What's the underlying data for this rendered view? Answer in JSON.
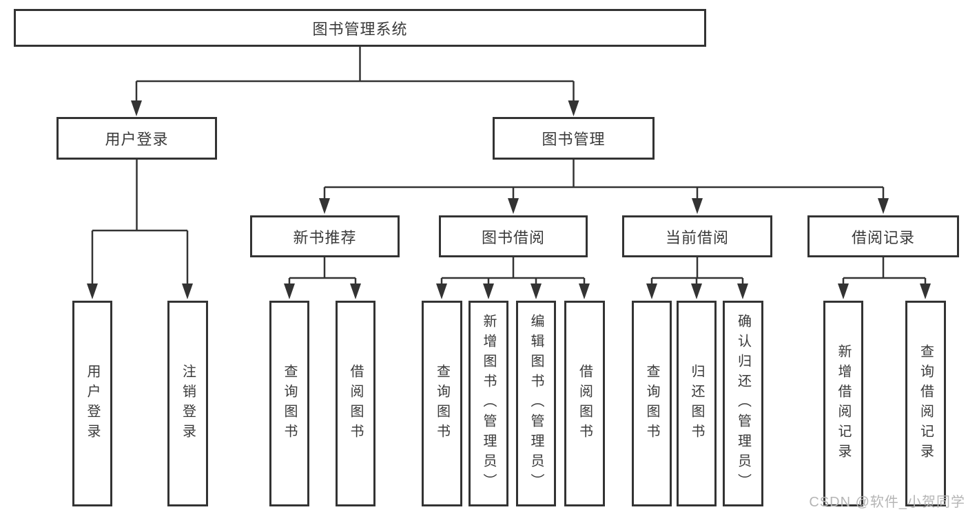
{
  "tree": {
    "label": "图书管理系统",
    "children": [
      {
        "label": "用户登录",
        "children": [
          {
            "label": "用户登录"
          },
          {
            "label": "注销登录"
          }
        ]
      },
      {
        "label": "图书管理",
        "children": [
          {
            "label": "新书推荐",
            "children": [
              {
                "label": "查询图书"
              },
              {
                "label": "借阅图书"
              }
            ]
          },
          {
            "label": "图书借阅",
            "children": [
              {
                "label": "查询图书"
              },
              {
                "label": "新增图书（管理员）"
              },
              {
                "label": "编辑图书（管理员）"
              },
              {
                "label": "借阅图书"
              }
            ]
          },
          {
            "label": "当前借阅",
            "children": [
              {
                "label": "查询图书"
              },
              {
                "label": "归还图书"
              },
              {
                "label": "确认归还（管理员）"
              }
            ]
          },
          {
            "label": "借阅记录",
            "children": [
              {
                "label": "新增借阅记录"
              },
              {
                "label": "查询借阅记录"
              }
            ]
          }
        ]
      }
    ]
  },
  "watermark": "CSDN @软件_小贺同学",
  "colors": {
    "line": "#333333",
    "box_border": "#333333",
    "text": "#3a3a3a",
    "background": "#ffffff",
    "watermark": "#b5b5b5"
  }
}
